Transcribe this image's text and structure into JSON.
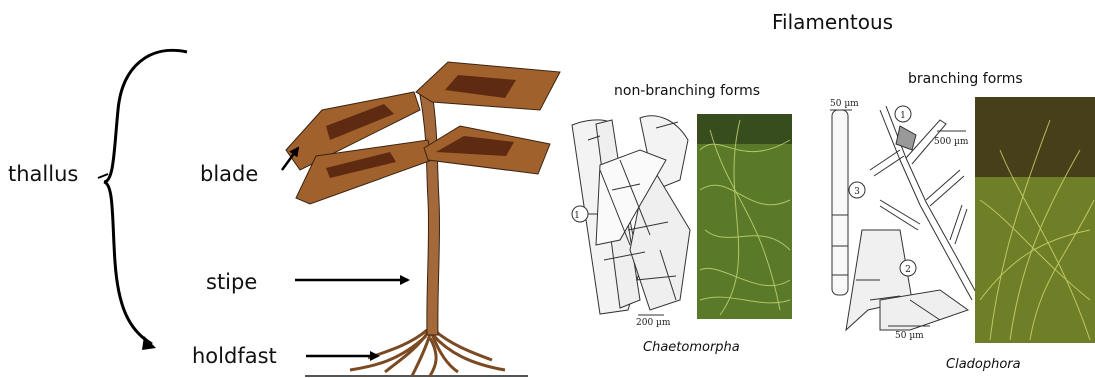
{
  "title": "Filamentous",
  "plant": {
    "labels": {
      "thallus": "thallus",
      "blade": "blade",
      "stipe": "stipe",
      "holdfast": "holdfast"
    },
    "colors": {
      "blade_fill": "#a0612c",
      "blade_inner": "#5e2a12",
      "stipe_fill": "#a4693a",
      "outline": "#3b2413"
    }
  },
  "panels": {
    "non_branching": {
      "heading": "non-branching forms",
      "genus": "Chaetomorpha",
      "scale": "200 µm",
      "callouts": [
        "1"
      ]
    },
    "branching": {
      "heading": "branching forms",
      "genus": "Cladophora",
      "scales": [
        "50 µm",
        "500 µm",
        "50 µm"
      ],
      "callouts": [
        "1",
        "2",
        "3"
      ]
    }
  }
}
